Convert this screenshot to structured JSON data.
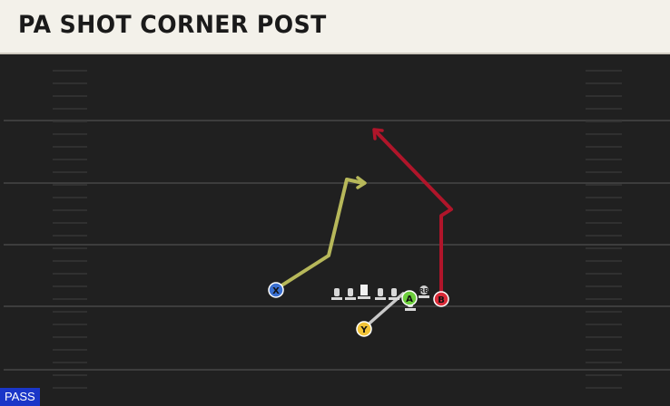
{
  "play": {
    "title": "PA SHOT CORNER POST",
    "type_badge": "PASS"
  },
  "players": {
    "x_label": "X",
    "y_label": "Y",
    "a_label": "A",
    "b_label": "B",
    "rb_label": "RB"
  },
  "colors": {
    "field": "#202020",
    "yard_line": "#3d3d3d",
    "x_button": "#3a6fd0",
    "y_button": "#f2c438",
    "a_button": "#6dce3c",
    "b_button": "#d92b38",
    "route_x": "#b7b85a",
    "route_y": "#c9c9c9",
    "route_b": "#b0152a",
    "title_bg": "#f3f1ea",
    "badge_bg": "#1a36c8"
  }
}
